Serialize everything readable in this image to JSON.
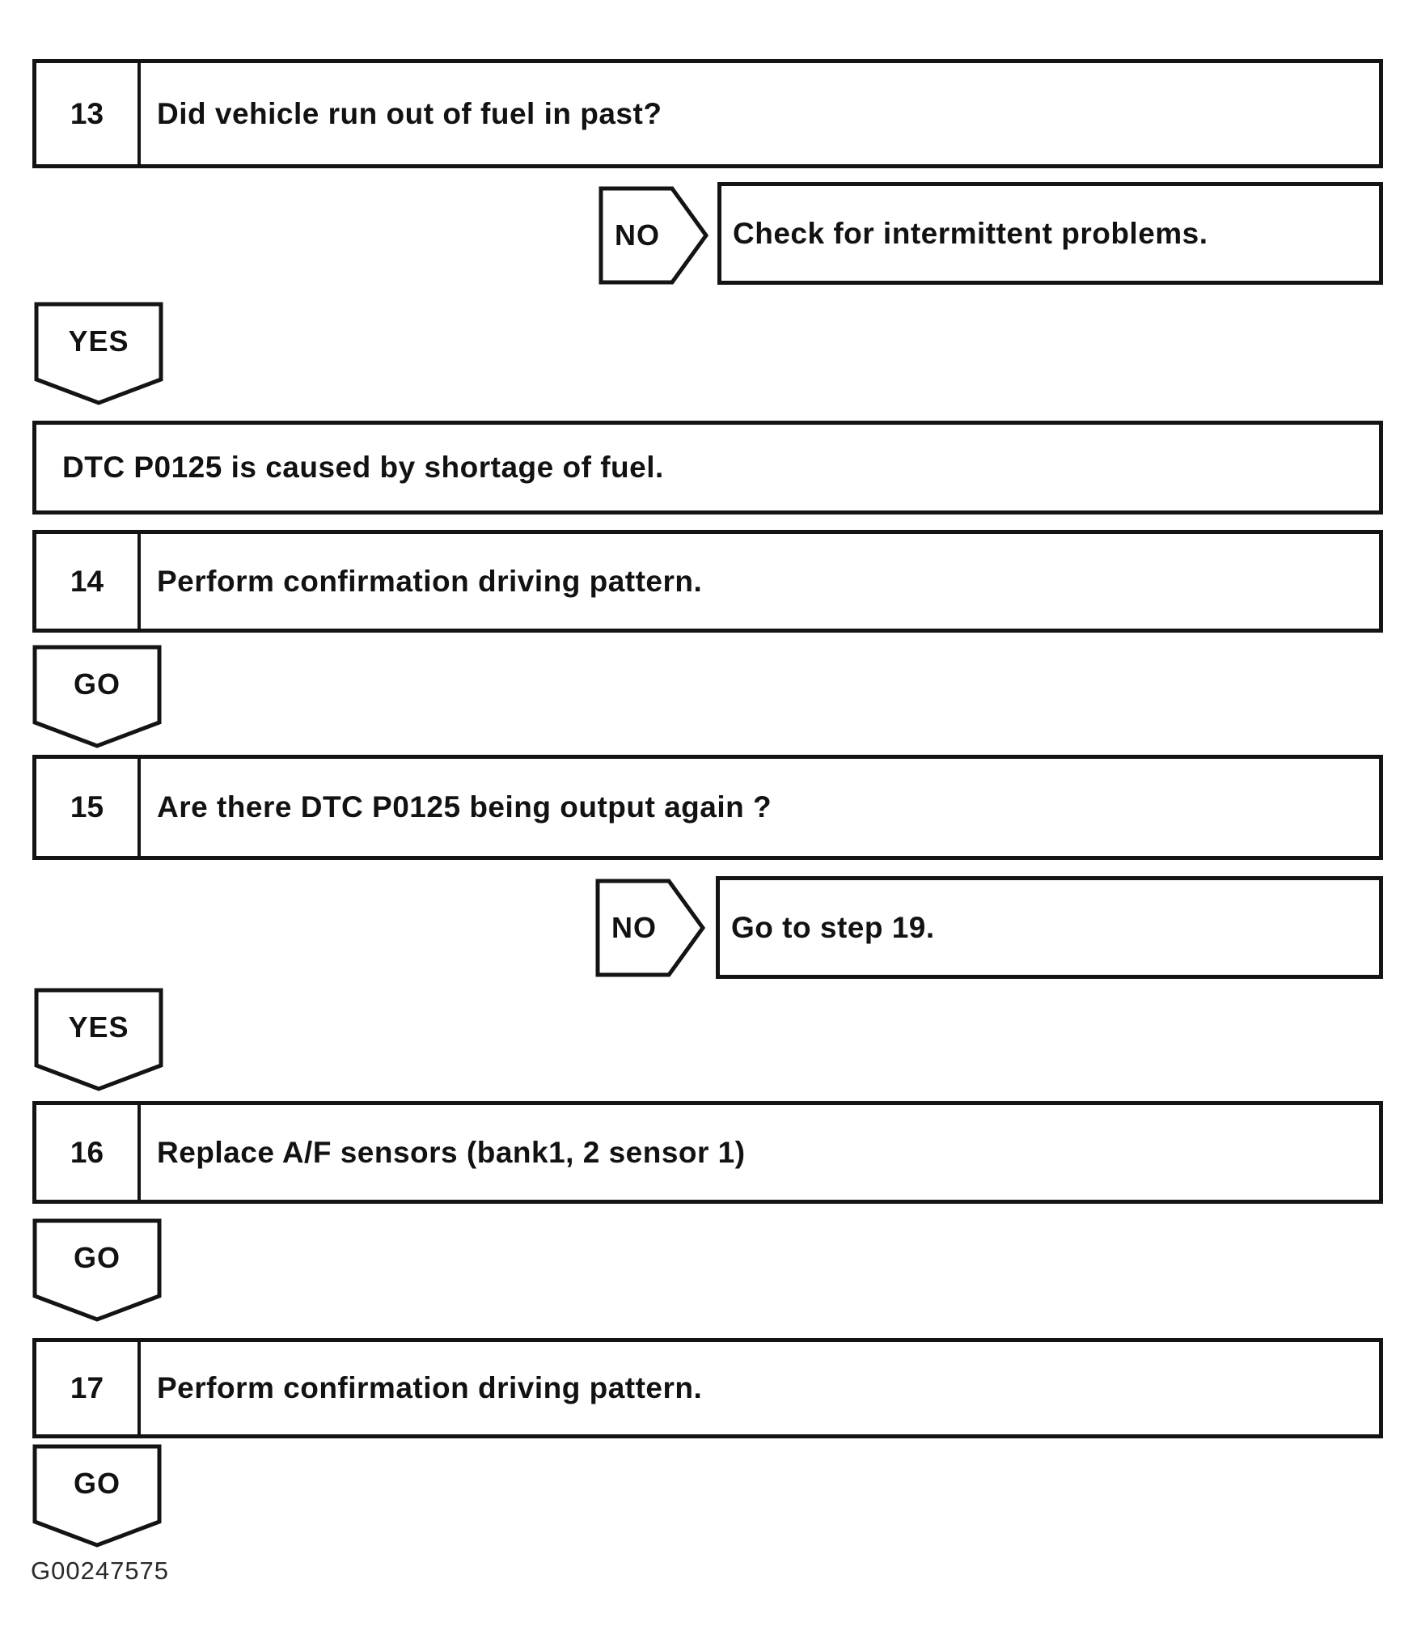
{
  "flow": {
    "rows": [
      {
        "type": "step",
        "number": "13",
        "text": "Did vehicle run out of fuel in past?"
      },
      {
        "type": "branch",
        "label": "NO",
        "result": "Check for intermittent problems."
      },
      {
        "type": "connector",
        "label": "YES"
      },
      {
        "type": "note",
        "text": "DTC P0125 is caused by shortage of fuel."
      },
      {
        "type": "step",
        "number": "14",
        "text": "Perform confirmation driving pattern."
      },
      {
        "type": "connector",
        "label": "GO"
      },
      {
        "type": "step",
        "number": "15",
        "text": "Are there DTC P0125 being output again ?"
      },
      {
        "type": "branch",
        "label": "NO",
        "result": "Go to step 19."
      },
      {
        "type": "connector",
        "label": "YES"
      },
      {
        "type": "step",
        "number": "16",
        "text": "Replace A/F sensors (bank1, 2 sensor 1)"
      },
      {
        "type": "connector",
        "label": "GO"
      },
      {
        "type": "step",
        "number": "17",
        "text": "Perform confirmation driving pattern."
      },
      {
        "type": "connector",
        "label": "GO"
      }
    ],
    "footer": {
      "figure_id": "G00247575"
    }
  },
  "colors": {
    "ink": "#141414",
    "paper": "#ffffff"
  }
}
